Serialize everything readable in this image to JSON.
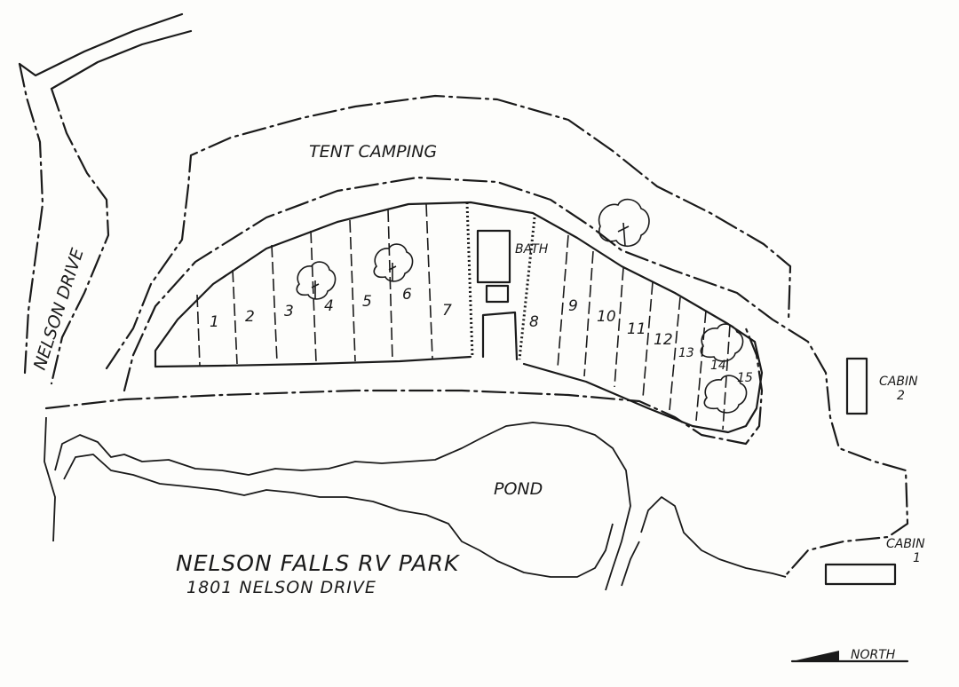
{
  "map": {
    "title": "NELSON FALLS RV PARK",
    "address": "1801 NELSON DRIVE",
    "road_label": "NELSON DRIVE",
    "tent_area_label": "TENT CAMPING",
    "bath_label": "BATH",
    "pond_label": "POND",
    "cabin_1": {
      "label": "CABIN",
      "number": "1"
    },
    "cabin_2": {
      "label": "CABIN",
      "number": "2"
    },
    "north_label": "NORTH",
    "sites": [
      "1",
      "2",
      "3",
      "4",
      "5",
      "6",
      "7",
      "8",
      "9",
      "10",
      "11",
      "12",
      "13",
      "14",
      "15"
    ],
    "ink_color": "#1a1a1a",
    "paper_color": "#fdfdfb"
  }
}
